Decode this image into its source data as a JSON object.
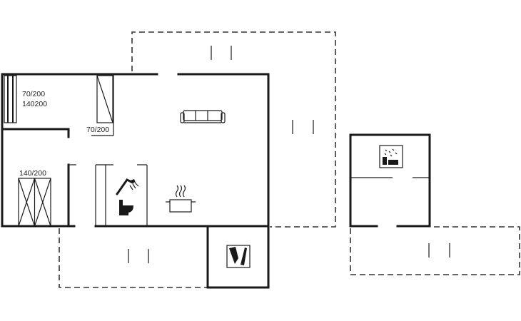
{
  "floor_plan": {
    "labels": {
      "bedroom1_bed_a": "70/200",
      "bedroom1_bed_b": "140200",
      "bedroom1_bunk": "70/200",
      "bedroom2_bed": "140/200"
    },
    "icons": [
      "sofa-icon",
      "shower-icon",
      "toilet-icon",
      "cooking-pot-icon",
      "washing-icon",
      "sauna-shower-icon"
    ]
  }
}
